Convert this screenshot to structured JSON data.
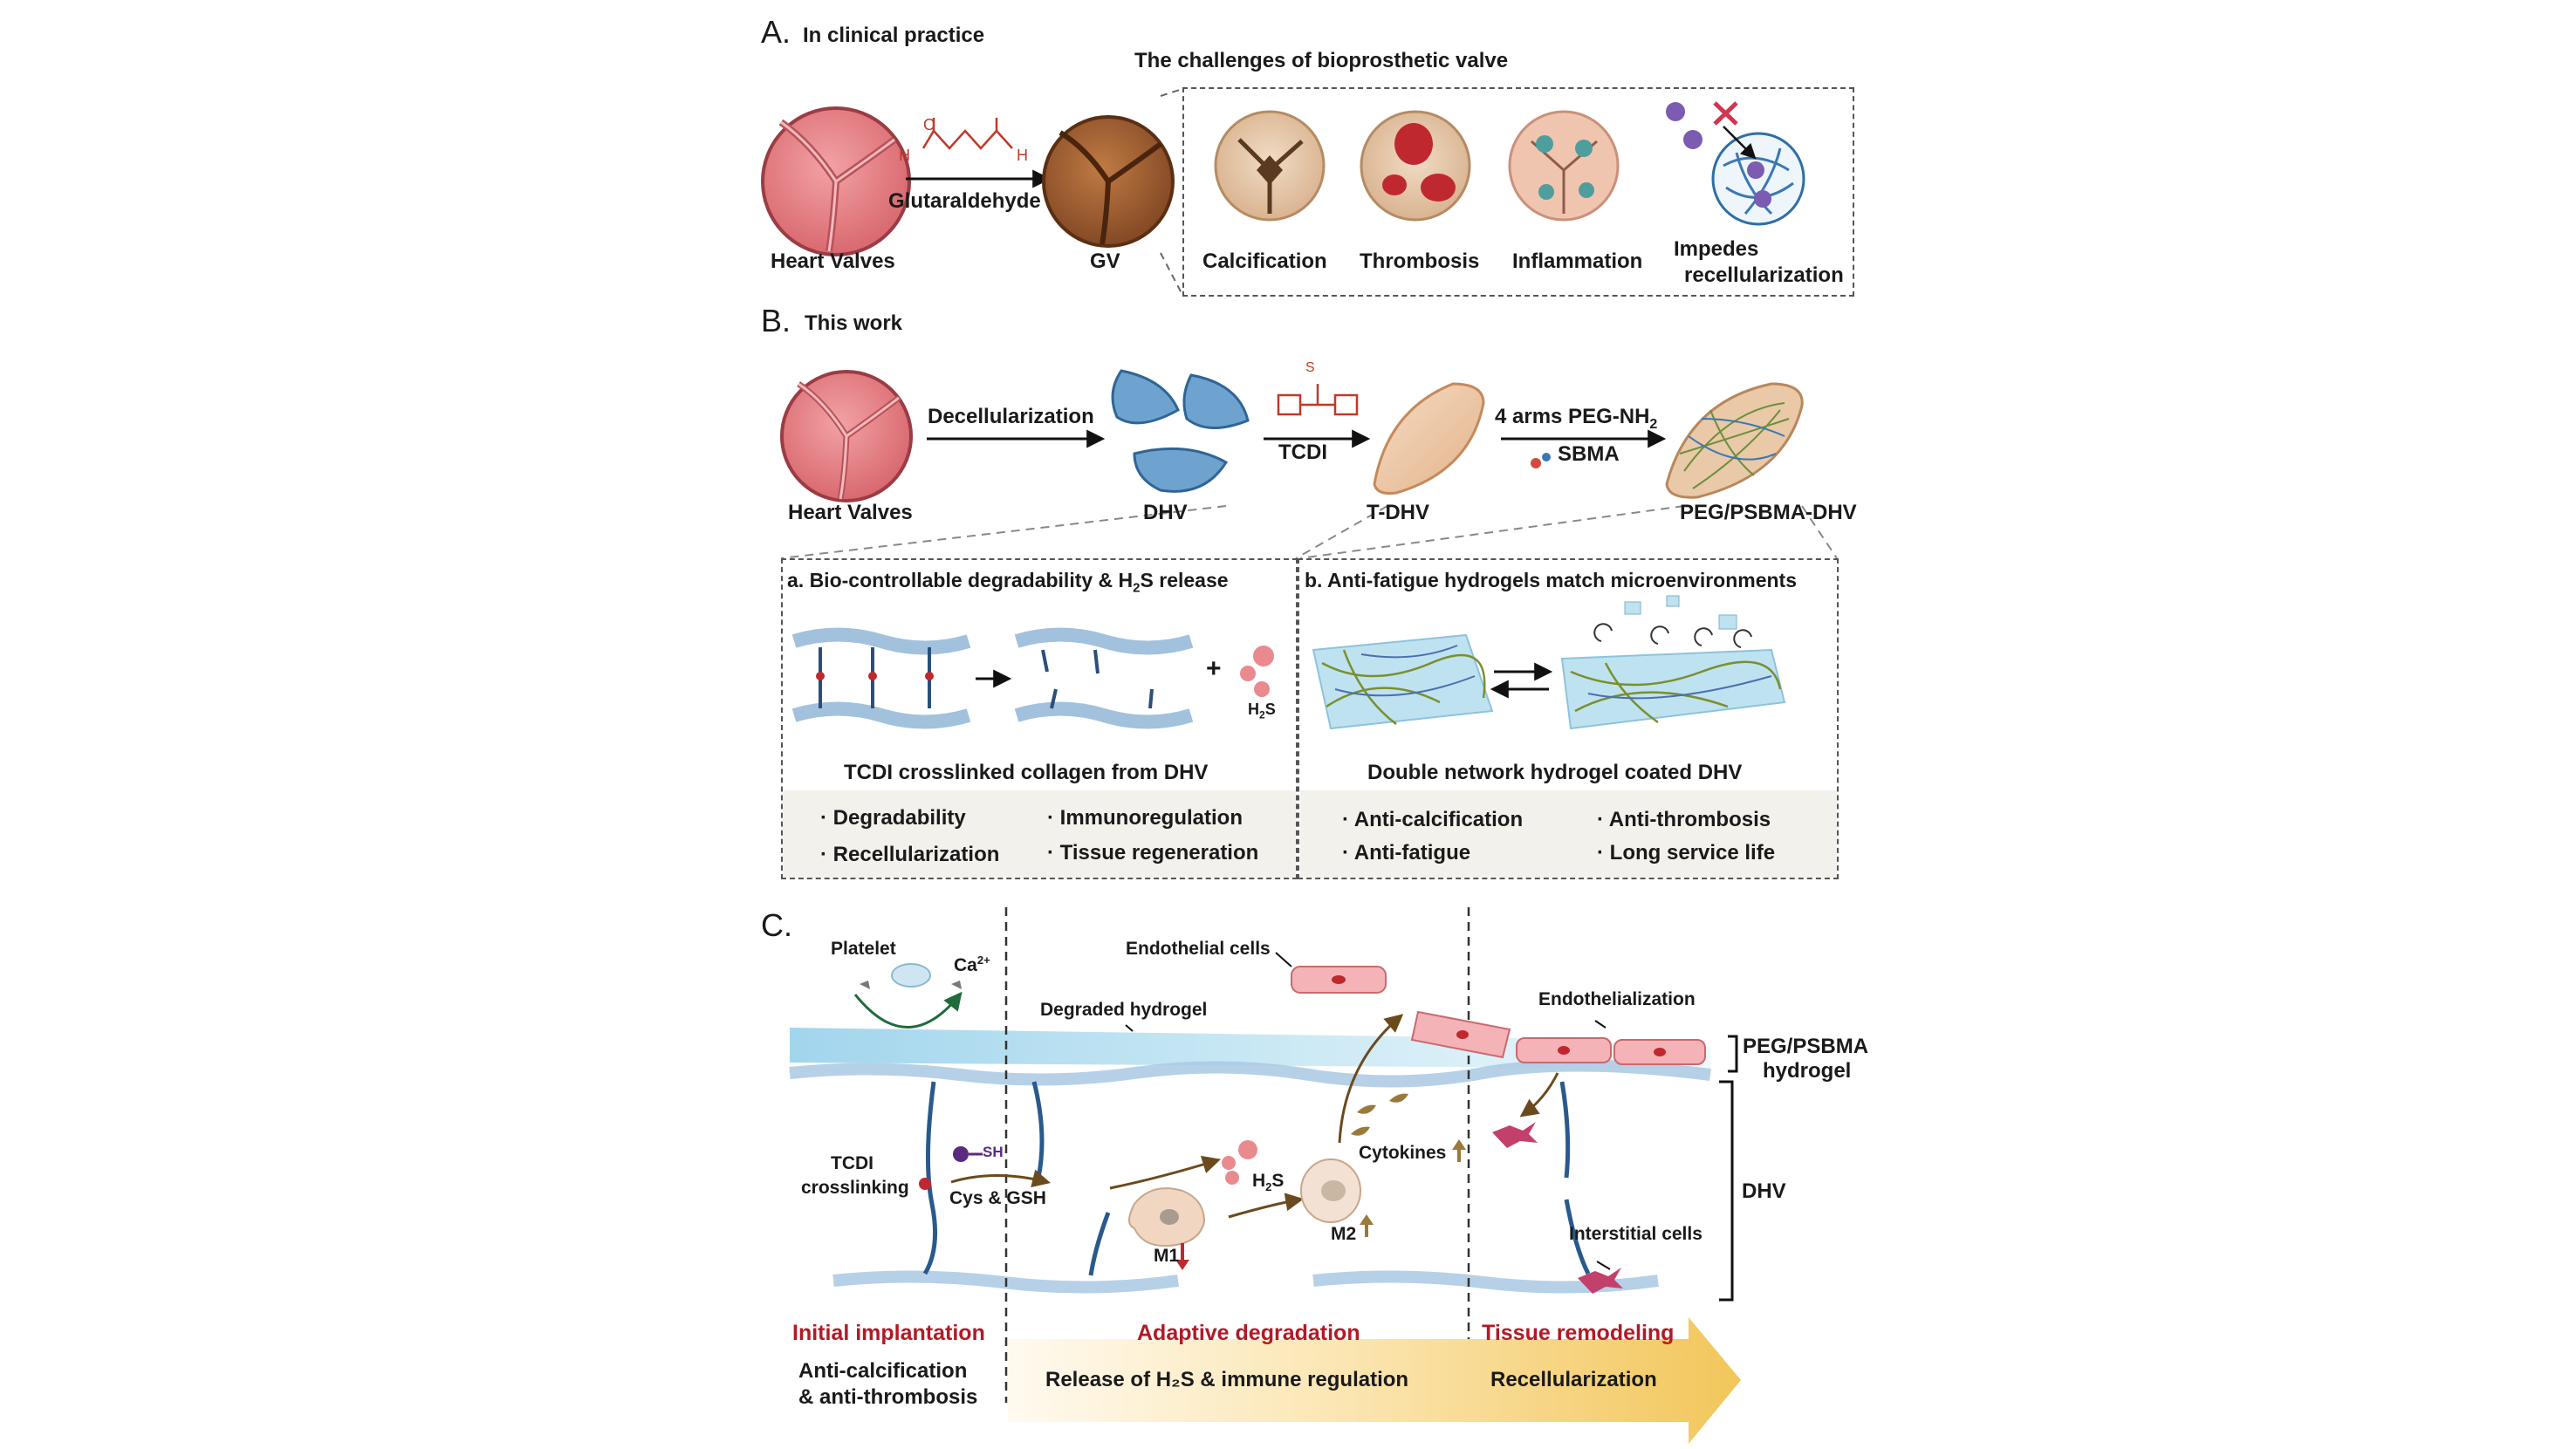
{
  "panel_a": {
    "letter": "A.",
    "heading": "In clinical practice",
    "challenges_title": "The challenges of bioprosthetic valve",
    "heart_valves": "Heart Valves",
    "reagent": "Glutaraldehyde",
    "gv": "GV",
    "chem_h_left": "H",
    "chem_h_right": "H",
    "chem_o": "O",
    "challenges": [
      "Calcification",
      "Thrombosis",
      "Inflammation",
      "Impedes",
      "recellularization"
    ]
  },
  "panel_b": {
    "letter": "B.",
    "heading": "This work",
    "heart_valves": "Heart Valves",
    "decell": "Decellularization",
    "dhv": "DHV",
    "tcdi": "TCDI",
    "tcdi_s": "S",
    "tdhv": "T-DHV",
    "peg_label": "4 arms PEG-NH",
    "peg_sub": "2",
    "sbma": "SBMA",
    "final": "PEG/PSBMA-DHV",
    "box_a_title_pre": "a. Bio-controllable degradability & H",
    "box_a_title_sub": "2",
    "box_a_title_post": "S release",
    "box_a_h2s": "H",
    "box_a_h2s_sub": "2",
    "box_a_h2s_post": "S",
    "box_a_plus": "+",
    "box_a_caption": "TCDI crosslinked collagen from DHV",
    "box_a_features": [
      "· Degradability",
      "· Immunoregulation",
      "· Recellularization",
      "· Tissue regeneration"
    ],
    "box_b_title": "b. Anti-fatigue hydrogels match microenvironments",
    "box_b_caption": "Double network hydrogel coated DHV",
    "box_b_features": [
      "· Anti-calcification",
      "· Anti-thrombosis",
      "· Anti-fatigue",
      "· Long service life"
    ]
  },
  "panel_c": {
    "letter": "C.",
    "platelet": "Platelet",
    "ca": "Ca",
    "ca_sup": "2+",
    "degraded_hydrogel": "Degraded hydrogel",
    "endothelial_cells": "Endothelial cells",
    "endothelialization": "Endothelialization",
    "peg_psbma": "PEG/PSBMA",
    "hydrogel": "hydrogel",
    "dhv": "DHV",
    "sh": "SH",
    "tcdi_crosslinking_1": "TCDI",
    "tcdi_crosslinking_2": "crosslinking",
    "cys_gsh": "Cys & GSH",
    "h2s": "H",
    "h2s_sub": "2",
    "h2s_post": "S",
    "cytokines": "Cytokines",
    "m1": "M1",
    "m2": "M2",
    "interstitial_cells": "Interstitial cells",
    "stages": [
      "Initial implantation",
      "Adaptive degradation",
      "Tissue remodeling"
    ],
    "outcome_1a": "Anti-calcification",
    "outcome_1b": "& anti-thrombosis",
    "outcome_2": "Release of H₂S & immune regulation",
    "outcome_3": "Recellularization"
  },
  "colors": {
    "valve_pink": "#e07b80",
    "gv_brown": "#9a5a2e",
    "dhv_blue": "#6fa3cf",
    "tdhv_peach": "#efc9a6",
    "hydrogel_blue": "#bfe2f0",
    "stage_red": "#b21a25",
    "arrow_gold": "#f5cf6a"
  }
}
